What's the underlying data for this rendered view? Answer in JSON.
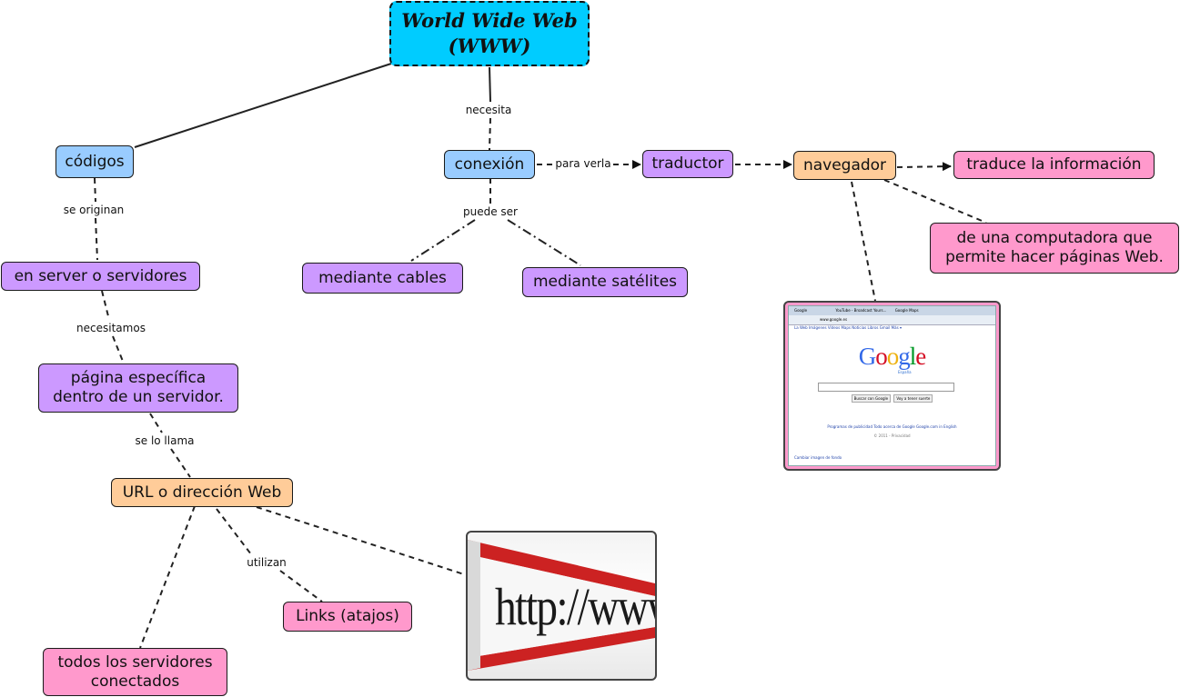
{
  "map": {
    "root": "World Wide Web\n(WWW)",
    "codigos": "códigos",
    "conexion": "conexión",
    "traductor": "traductor",
    "navegador": "navegador",
    "traduce": "traduce la información",
    "computadora": "de una computadora que permite hacer páginas Web.",
    "server": "en server o servidores",
    "cables": "mediante cables",
    "satelites": "mediante satélites",
    "pagina": "página específica dentro de un servidor.",
    "url": "URL o dirección Web",
    "links": "Links (atajos)",
    "todos": "todos los servidores conectados"
  },
  "labels": {
    "necesita": "necesita",
    "para_verla": "para verla",
    "puede_ser": "puede ser",
    "se_originan": "se originan",
    "necesitamos": "necesitamos",
    "se_lo_llama": "se lo llama",
    "utilizan": "utilizan"
  },
  "images": {
    "http": {
      "text": "http://www."
    },
    "google": {
      "tab1": "Google",
      "tab2": "YouTube - Broadcast Yours...",
      "tab3": "Google Maps",
      "address": "www.google.es",
      "nav": "La Web  Imágenes  Vídeos  Maps  Noticias  Libros  Gmail  Más ▾",
      "logo": "Google",
      "sublogo": "España",
      "button1": "Buscar con Google",
      "button2": "Voy a tener suerte",
      "footer": "Programas de publicidad   Todo acerca de Google   Google.com in English",
      "footer2": "© 2011 - Privacidad",
      "corner": "Cambiar imagen de fondo"
    }
  },
  "colors": {
    "root": "#00ccff",
    "blue": "#99ccff",
    "purple": "#cc99ff",
    "orange": "#ffcc99",
    "pink": "#ff99cc"
  }
}
